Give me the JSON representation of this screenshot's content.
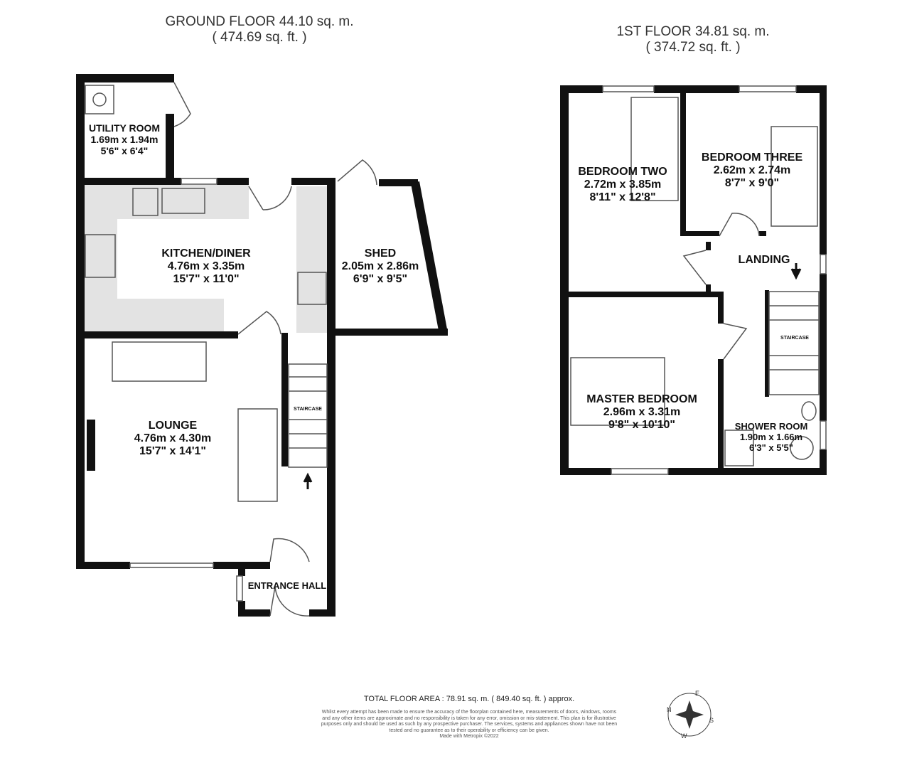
{
  "ground_floor": {
    "title": "GROUND FLOOR 44.10 sq. m.",
    "subtitle": "( 474.69 sq. ft. )"
  },
  "first_floor": {
    "title": "1ST FLOOR 34.81 sq. m.",
    "subtitle": "( 374.72 sq. ft. )"
  },
  "rooms": {
    "utility": {
      "name": "UTILITY ROOM",
      "metric": "1.69m x 1.94m",
      "imperial": "5'6\" x 6'4\""
    },
    "kitchen": {
      "name": "KITCHEN/DINER",
      "metric": "4.76m x 3.35m",
      "imperial": "15'7\" x 11'0\""
    },
    "shed": {
      "name": "SHED",
      "metric": "2.05m x 2.86m",
      "imperial": "6'9\" x 9'5\""
    },
    "lounge": {
      "name": "LOUNGE",
      "metric": "4.76m x 4.30m",
      "imperial": "15'7\" x 14'1\""
    },
    "entrance": {
      "name": "ENTRANCE HALL"
    },
    "staircase_ground": {
      "name": "STAIRCASE"
    },
    "bedroom_two": {
      "name": "BEDROOM TWO",
      "metric": "2.72m x 3.85m",
      "imperial": "8'11\" x 12'8\""
    },
    "bedroom_three": {
      "name": "BEDROOM THREE",
      "metric": "2.62m x 2.74m",
      "imperial": "8'7\" x 9'0\""
    },
    "landing": {
      "name": "LANDING"
    },
    "staircase_first": {
      "name": "STAIRCASE"
    },
    "master": {
      "name": "MASTER BEDROOM",
      "metric": "2.96m x 3.31m",
      "imperial": "9'8\" x 10'10\""
    },
    "shower": {
      "name": "SHOWER ROOM",
      "metric": "1.90m x 1.66m",
      "imperial": "6'3\" x 5'5\""
    }
  },
  "footer": {
    "total": "TOTAL FLOOR AREA : 78.91 sq. m. ( 849.40 sq. ft. ) approx.",
    "disclaimer": "Whilst every attempt has been made to ensure the accuracy of the floorplan contained here, measurements of doors, windows, rooms and any other items are approximate and no responsibility is taken for any error, omission or mis-statement. This plan is for illustrative purposes only and should be used as such by any prospective purchaser. The services, systems and appliances shown have not been tested and no guarantee as to their operability or efficiency can be given.",
    "credit": "Made with Metropix ©2022"
  },
  "compass": {
    "n": "N",
    "e": "E",
    "s": "S",
    "w": "W"
  },
  "colors": {
    "wall": "#111111",
    "counter": "#e3e3e3"
  }
}
